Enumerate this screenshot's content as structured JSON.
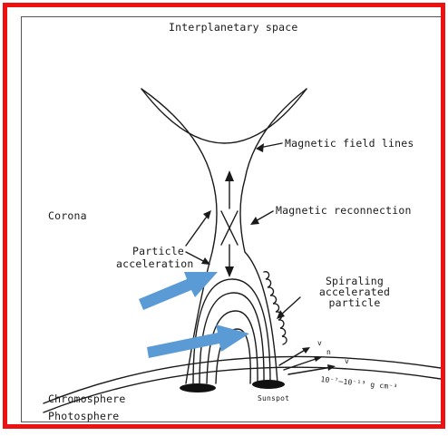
{
  "labels": {
    "interplanetary": "Interplanetary space",
    "field_lines": "Magnetic field lines",
    "corona": "Corona",
    "reconnection": "Magnetic reconnection",
    "particle_acc_1": "Particle",
    "particle_acc_2": "acceleration",
    "spiral_1": "Spiraling",
    "spiral_2": "accelerated",
    "spiral_3": "particle",
    "chromosphere": "Chromosphere",
    "photosphere": "Photosphere",
    "sunspot": "Sunspot",
    "density": "10⁻⁷–10⁻¹³ g cm⁻³",
    "v1": "v",
    "v2": "n",
    "v3": "v"
  },
  "colors": {
    "frame": "#ee1111",
    "arrows": "#5b9bd5",
    "ink": "#1a1a1a"
  }
}
